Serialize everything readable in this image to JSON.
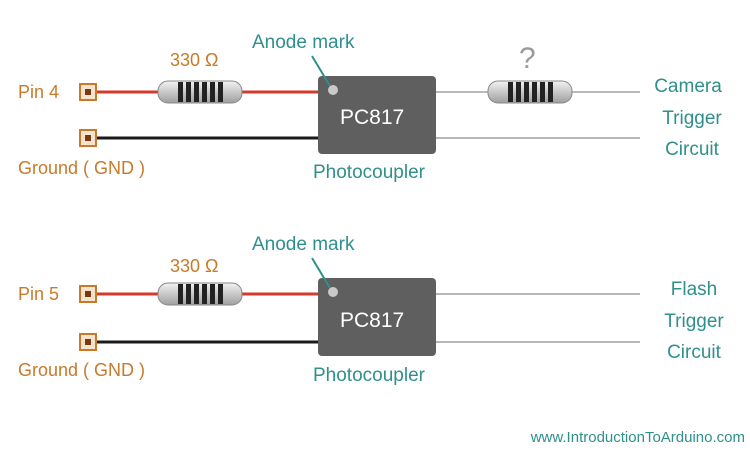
{
  "colors": {
    "wire_red": "#d43a2a",
    "wire_black": "#1a1a1a",
    "wire_gray": "#b8b8b8",
    "chip": "#5f5f5f",
    "label_orange": "#c87a2a",
    "label_teal": "#2f8f8c"
  },
  "circuit_top": {
    "pin_label": "Pin 4",
    "ground_label": "Ground ( GND )",
    "resistor_label": "330 Ω",
    "anode_label": "Anode mark",
    "chip_label": "PC817",
    "photocoupler_label": "Photocoupler",
    "unknown_resistor_label": "?",
    "output_lines": [
      "Camera",
      "Trigger",
      "Circuit"
    ]
  },
  "circuit_bottom": {
    "pin_label": "Pin 5",
    "ground_label": "Ground ( GND )",
    "resistor_label": "330 Ω",
    "anode_label": "Anode mark",
    "chip_label": "PC817",
    "photocoupler_label": "Photocoupler",
    "output_lines": [
      "Flash",
      "Trigger",
      "Circuit"
    ]
  },
  "website": "www.IntroductionToArduino.com"
}
